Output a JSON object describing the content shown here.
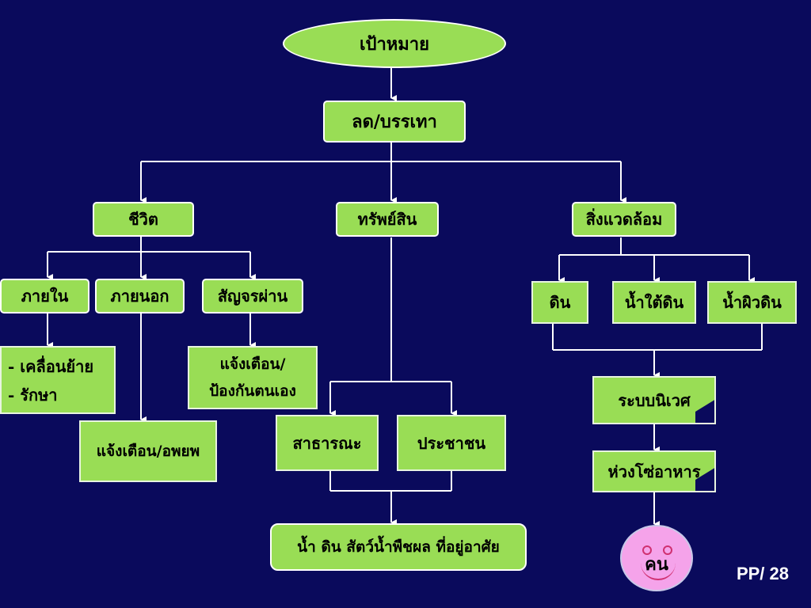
{
  "colors": {
    "background": "#0a0a5c",
    "box_fill": "#99dd55",
    "connector": "#ffffff",
    "face_fill": "#f5a3ea"
  },
  "nodes": {
    "goal": "เป้าหมาย",
    "reduce": "ลด/บรรเทา",
    "life": "ชีวิต",
    "property": "ทรัพย์สิน",
    "environment": "สิ่งแวดล้อม",
    "inside": "ภายใน",
    "outside": "ภายนอก",
    "traffic": "สัญจรผ่าน",
    "inside_actions": [
      "- เคลื่อนย้าย",
      "- รักษา"
    ],
    "warn_protect": [
      "แจ้งเตือน/",
      "ป้องกันตนเอง"
    ],
    "warn_evacuate": "แจ้งเตือน/อพยพ",
    "public": "สาธารณะ",
    "private": "ประชาชน",
    "assets": "น้ำ ดิน สัตว์น้ำพืชผล ที่อยู่อาศัย",
    "soil": "ดิน",
    "groundwater": "น้ำใต้ดิน",
    "surfacewater": "น้ำผิวดิน",
    "ecosystem": "ระบบนิเวศ",
    "foodchain": "ห่วงโซ่อาหาร",
    "human": "คน"
  },
  "page_number": "PP/ 28"
}
